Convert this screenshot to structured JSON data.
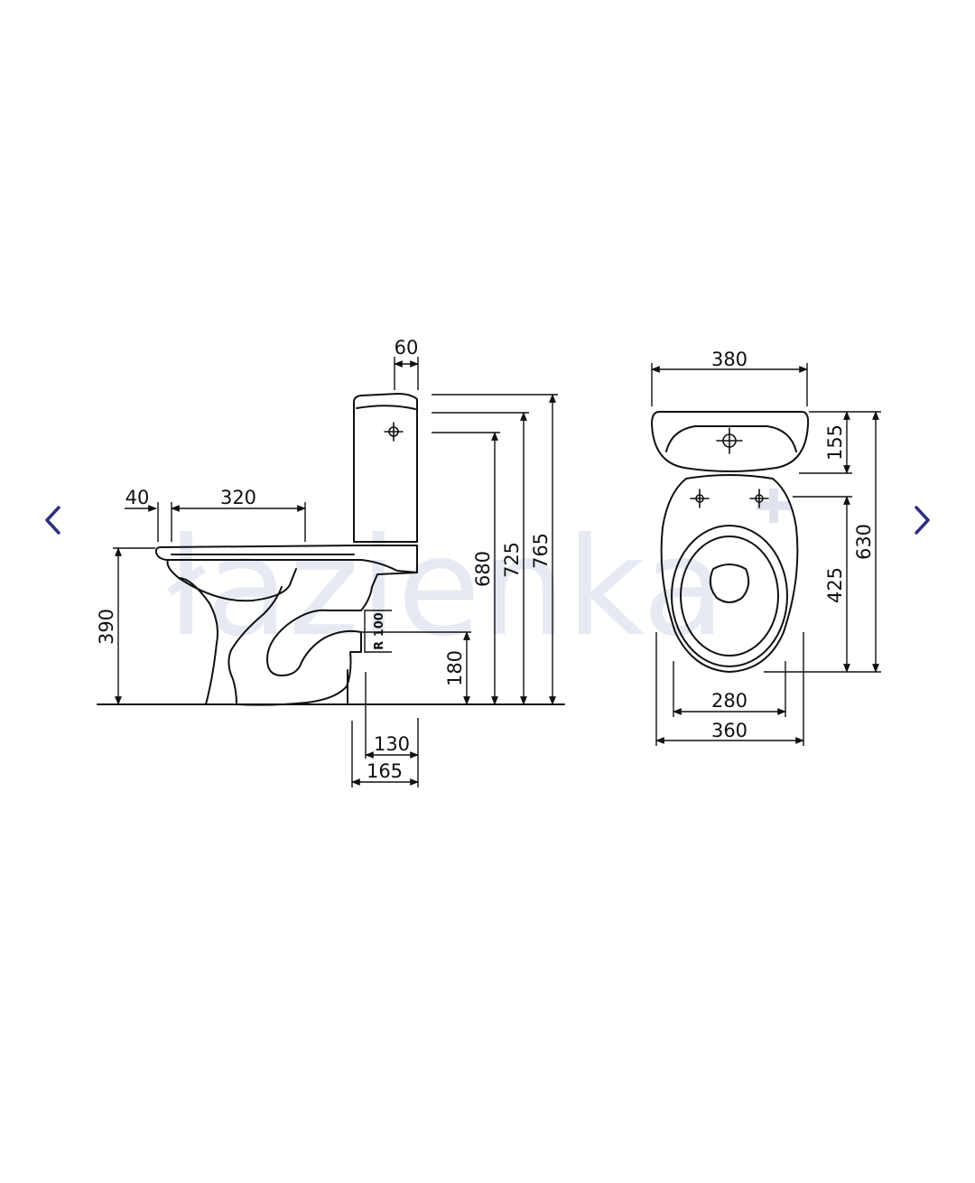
{
  "watermark": {
    "text": "łazienka"
  },
  "navigation": {
    "prev_icon": "chevron-left-icon",
    "next_icon": "chevron-right-icon",
    "arrow_color": "#2e3180"
  },
  "side_view": {
    "dims": {
      "flush_offset": "60",
      "rim_offset": "40",
      "seat_length": "320",
      "seat_height": "390",
      "outlet_radius": "R 100",
      "outlet_height": "180",
      "tank_height_low": "680",
      "tank_height_mid": "725",
      "total_height": "765",
      "outlet_distance_inner": "130",
      "outlet_distance_outer": "165"
    }
  },
  "top_view": {
    "dims": {
      "tank_width": "380",
      "tank_depth": "155",
      "total_depth": "630",
      "bowl_depth": "425",
      "foot_width": "280",
      "bowl_width": "360"
    }
  },
  "colors": {
    "line": "#111111",
    "watermark": "#dfe3ee"
  }
}
